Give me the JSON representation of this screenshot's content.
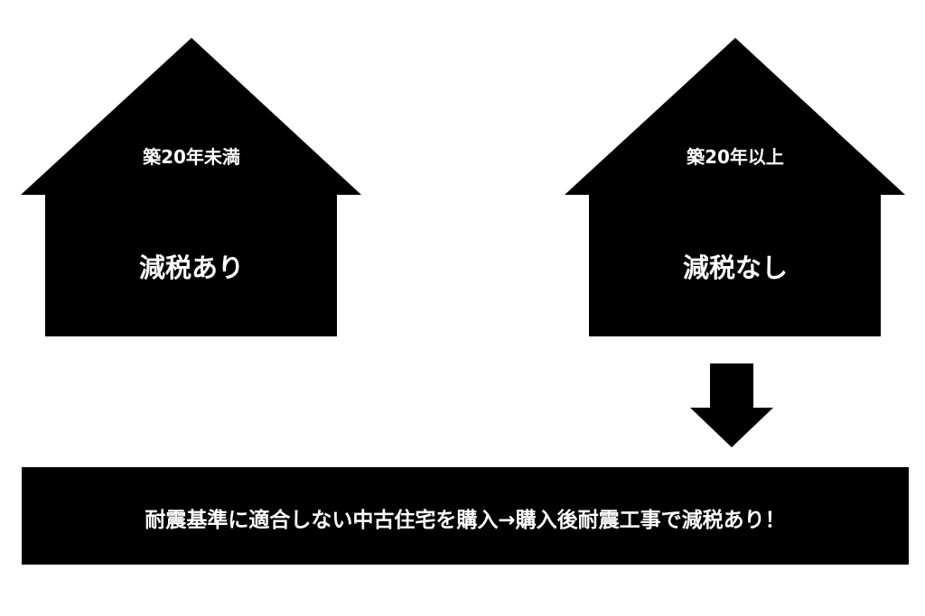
{
  "colors": {
    "shape_fill": "#000000",
    "text": "#ffffff",
    "background": "#ffffff"
  },
  "left_house": {
    "age_label": "築20年未満",
    "result_label": "減税あり"
  },
  "right_house": {
    "age_label": "築20年以上",
    "result_label": "減税なし"
  },
  "arrow": {
    "icon": "arrow-down-icon"
  },
  "banner": {
    "text": "耐震基準に適合しない中古住宅を購入→購入後耐震工事で減税あり！"
  }
}
